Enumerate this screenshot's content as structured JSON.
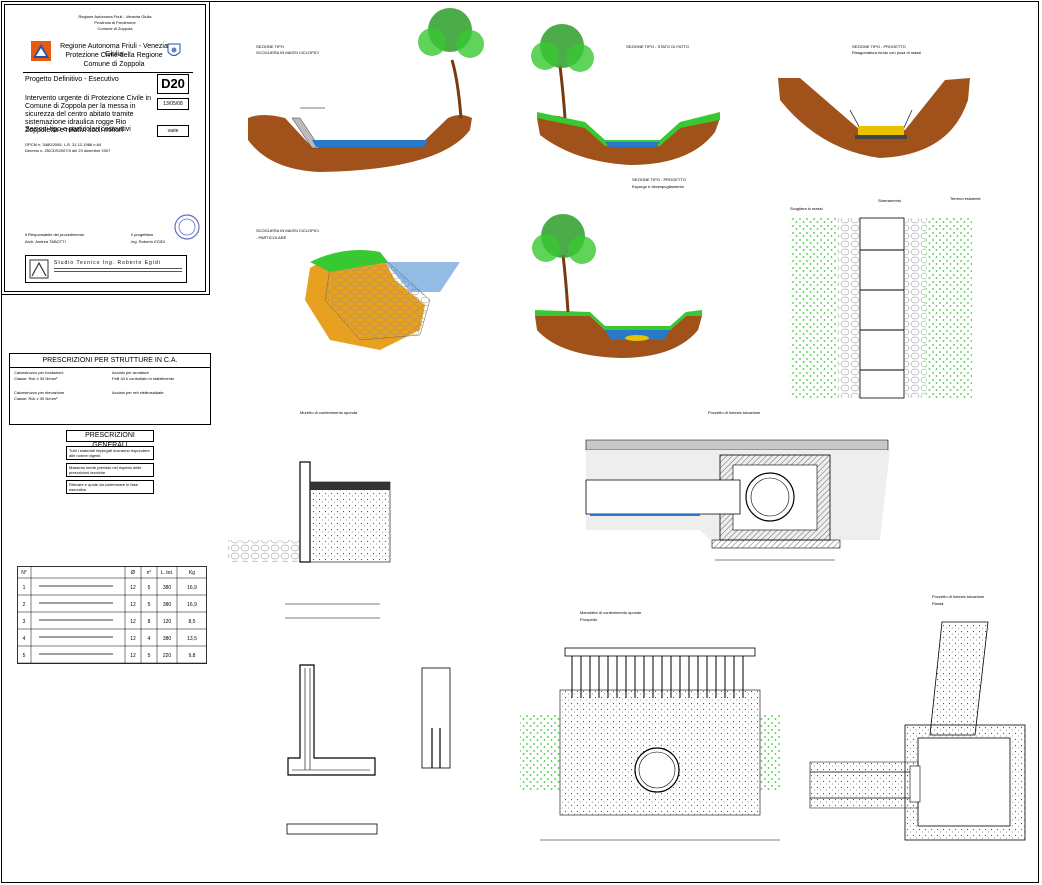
{
  "title_block": {
    "region_header": "Regione Autonoma Friuli - Venezia Giulia",
    "province": "Provincia di Pordenone",
    "municipality_top": "Comune di Zoppola",
    "region_name": "Regione Autonoma Friuli - Venezia Giulia",
    "civil_protection": "Protezione Civile della Regione",
    "municipality": "Comune di Zoppola",
    "project_stage": "Progetto Definitivo - Esecutivo",
    "drawing_code": "D20",
    "description": "Intervento urgente di Protezione Civile in Comune di Zoppola per la messa in sicurezza del centro abitato tramite sistemazione idraulica rogge Rio Zoppoletta e relativi scoli minori",
    "date": "13/05/08",
    "drawing_title": "Sezioni tipo e particolari costruttivi",
    "scale": "varie",
    "ordinance": "OPCM n. 3480/2005, L.R. 31.12.1986 n.64",
    "decree": "Decreto n. 25/CDS2007/II del 23 dicembre 2007",
    "signature_left_label": "Il Responsabile del procedimento",
    "signature_left_name": "Arch. Andrea TABOTTI",
    "signature_right_label": "Il progettista",
    "signature_right_name": "Ing. Roberto EGIDI",
    "studio_name": "Studio Tecnico Ing. Roberto Egidi"
  },
  "sections": {
    "s1_title": "SEZIONE TIPO",
    "s1_sub": "SCOGLIERA IN MASSI CICLOPICI",
    "s2_title": "SEZIONE TIPO - STATO DI FATTO",
    "s3_title": "SEZIONE TIPO - PROGETTO",
    "s3_sub": "Risagomatura fondo con posa di massi",
    "s4_title": "SEZIONE TIPO - PROGETTO",
    "s4_sub": "Espurgo e decespugliamento",
    "s5_title": "SCOGLIERA IN MASSI CICLOPICI",
    "s5_sub": "- PARTICOLARE",
    "plan_label_left": "Scogliera in massi",
    "plan_label_center": "Sbarramento",
    "plan_label_right": "Terreno esistente",
    "wall_title": "Muretto di contenimento sponda",
    "inlet_title": "Pozzetto di innesto tubazione",
    "railing_title": "Manufatto di contenimento sponde",
    "railing_sub": "Prospetto",
    "shaft_title": "Pozzetto di innesto tubazione",
    "shaft_sub": "Pianta"
  },
  "specs": {
    "title": "PRESCRIZIONI PER STRUTTURE IN C.A.",
    "col1_head": "Calcestruzzo per fondazioni",
    "col1_item": "Classe: Rck ≥ 30 N/mm²",
    "col1b_head": "Calcestruzzo per elevazione",
    "col1b_item": "Classe: Rck ≥ 30 N/mm²",
    "col2_head": "Acciaio per armature",
    "col2_item": "FeB 44 k controllato in stabilimento",
    "col2b_head": "Acciaio per reti elettrosaldate",
    "general_title": "PRESCRIZIONI GENERALI",
    "note1": "Tutti i materiali impiegati dovranno rispondere alle norme vigenti",
    "note2": "Massimo inerte previsto nel rispetto delle prescrizioni tecniche",
    "note3": "Rilevare e quote da confermare in fase esecutiva"
  },
  "rebar_table": {
    "headers": [
      "N°",
      "",
      "Ø",
      "n°",
      "L. tot.",
      "Kg"
    ],
    "rows": [
      [
        "1",
        "",
        "12",
        "5",
        "380",
        "16,9"
      ],
      [
        "2",
        "",
        "12",
        "5",
        "380",
        "16,9"
      ],
      [
        "3",
        "",
        "12",
        "8",
        "120",
        "8,5"
      ],
      [
        "4",
        "",
        "12",
        "4",
        "380",
        "13,5"
      ],
      [
        "5",
        "",
        "12",
        "5",
        "220",
        "9,8"
      ]
    ]
  },
  "colors": {
    "soil": "#a0521a",
    "soil_dark": "#7a3a10",
    "water": "#2a78c8",
    "grass": "#38c832",
    "tree": "#2e9e2a",
    "concrete_gray": "#c8c8c8",
    "yellow": "#e8c200",
    "orange_rock": "#e8a020"
  }
}
